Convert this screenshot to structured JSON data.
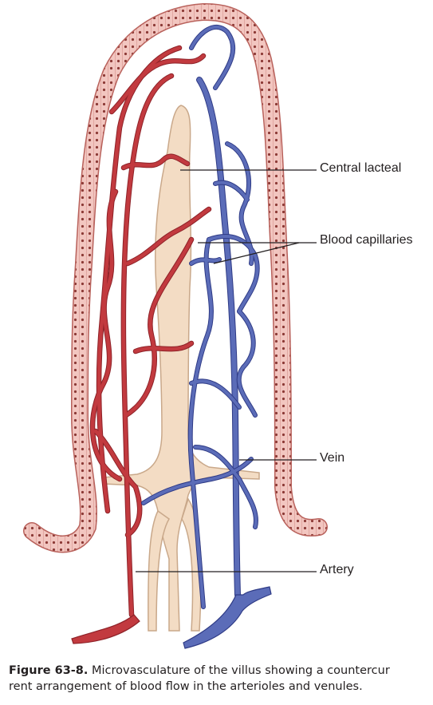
{
  "labels": {
    "central_lacteal": "Central lacteal",
    "blood_capillaries": "Blood capillaries",
    "vein": "Vein",
    "artery": "Artery"
  },
  "caption": {
    "figure_number": "Figure 63-8.",
    "line1": "Microvasculature of the villus showing a countercur",
    "line2": "rent arrangement of blood flow in the arterioles and venules."
  },
  "colors": {
    "arterial": "#c23a3f",
    "arterial_outline": "#8e2228",
    "venous": "#5b6cb8",
    "venous_outline": "#2f3b86",
    "lacteal_fill": "#f3dcc4",
    "lacteal_outline": "#c9a88a",
    "epithelium_fill": "#f2c6c0",
    "epithelium_outline": "#b9625c",
    "nucleus": "#8c3a36",
    "leader_line": "#231f20"
  },
  "icons": [
    "villus-epithelium",
    "central-lacteal",
    "arterial-network",
    "venous-network"
  ]
}
